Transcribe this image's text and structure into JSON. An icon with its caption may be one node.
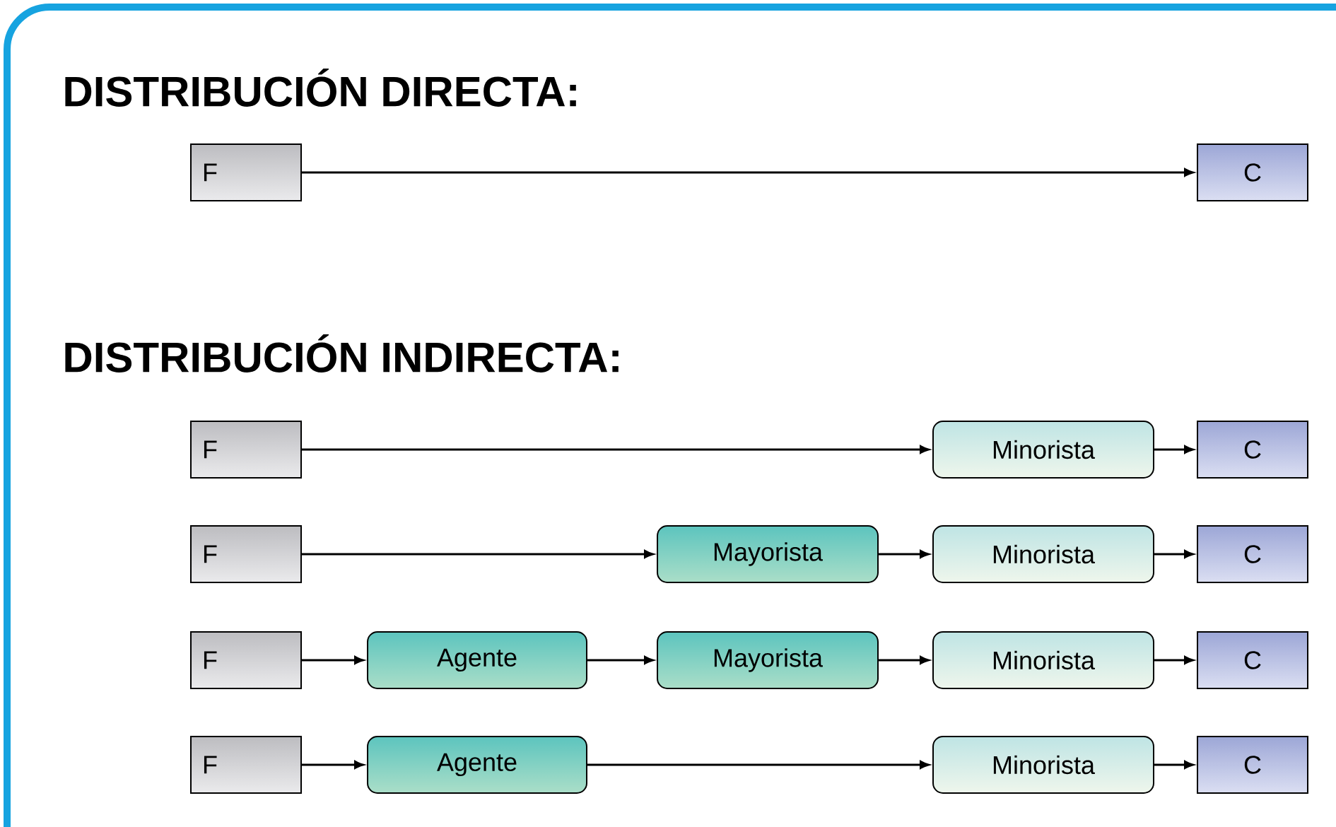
{
  "diagram": {
    "nodes": [
      {
        "text": [
          "F"
        ]
      },
      {
        "text": [
          "C"
        ]
      },
      {
        "text": [
          "F"
        ]
      },
      {
        "text": [
          "Minorista"
        ]
      },
      {
        "text": [
          "C"
        ]
      },
      {
        "text": [
          "F"
        ]
      },
      {
        "text": [
          "Mayorista"
        ]
      },
      {
        "text": [
          "Minorista"
        ]
      },
      {
        "text": [
          "C"
        ]
      },
      {
        "text": [
          "F"
        ]
      },
      {
        "text": [
          "Agente"
        ]
      },
      {
        "text": [
          "Mayorista"
        ]
      },
      {
        "text": [
          "Minorista"
        ]
      },
      {
        "text": [
          "C"
        ]
      },
      {
        "text": [
          "F"
        ]
      },
      {
        "text": [
          "Agente"
        ]
      },
      {
        "text": [
          "Minorista"
        ]
      },
      {
        "text": [
          "C"
        ]
      }
    ],
    "edges": [
      {
        "from": 0,
        "to": 1,
        "arrow": "to"
      },
      {
        "from": 2,
        "to": 3,
        "arrow": "to"
      },
      {
        "from": 3,
        "to": 4,
        "arrow": "to"
      },
      {
        "from": 5,
        "to": 6,
        "arrow": "to"
      },
      {
        "from": 6,
        "to": 7,
        "arrow": "to"
      },
      {
        "from": 7,
        "to": 8,
        "arrow": "to"
      },
      {
        "from": 9,
        "to": 10,
        "arrow": "to"
      },
      {
        "from": 10,
        "to": 11,
        "arrow": "to"
      },
      {
        "from": 11,
        "to": 12,
        "arrow": "to"
      },
      {
        "from": 12,
        "to": 13,
        "arrow": "to"
      },
      {
        "from": 14,
        "to": 15,
        "arrow": "to"
      },
      {
        "from": 15,
        "to": 16,
        "arrow": "to"
      },
      {
        "from": 16,
        "to": 17,
        "arrow": "to"
      }
    ],
    "labels": [
      "DISTRIBUCIÓN DIRECTA:",
      "DISTRIBUCIÓN INDIRECTA:"
    ]
  }
}
